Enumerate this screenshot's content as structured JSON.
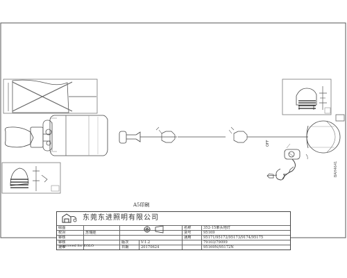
{
  "print_note": "A5印刷",
  "side_code": "BAH4641",
  "labels": {
    "wall_switch": "OFF"
  },
  "title_block": {
    "company": "东莞东进照明有限公司",
    "approved": "approved for EGLO",
    "rows": [
      {
        "left_label": "绘图",
        "left_value": "",
        "mid_label": "",
        "mid_value": "",
        "right_label": "名称",
        "right_value": "352-15单头地灯"
      },
      {
        "left_label": "校对",
        "left_value": "苏瑞娃",
        "mid_label": "",
        "mid_value": "",
        "right_label": "货号",
        "right_value": "95169"
      },
      {
        "left_label": "审核",
        "left_value": "",
        "mid_label": "",
        "mid_value": "",
        "right_label": "通用",
        "right_value": "95171/95172/95173/9174/95175"
      },
      {
        "left_label": "审核",
        "left_value": "",
        "mid_label": "版次",
        "mid_value": "V:1.2",
        "right_label": "",
        "right_value": "79103/79099"
      },
      {
        "left_label": "批准",
        "left_value": "",
        "mid_label": "日期",
        "mid_value": "20170624",
        "right_label": "",
        "right_value": "95169N/95172N"
      }
    ]
  }
}
